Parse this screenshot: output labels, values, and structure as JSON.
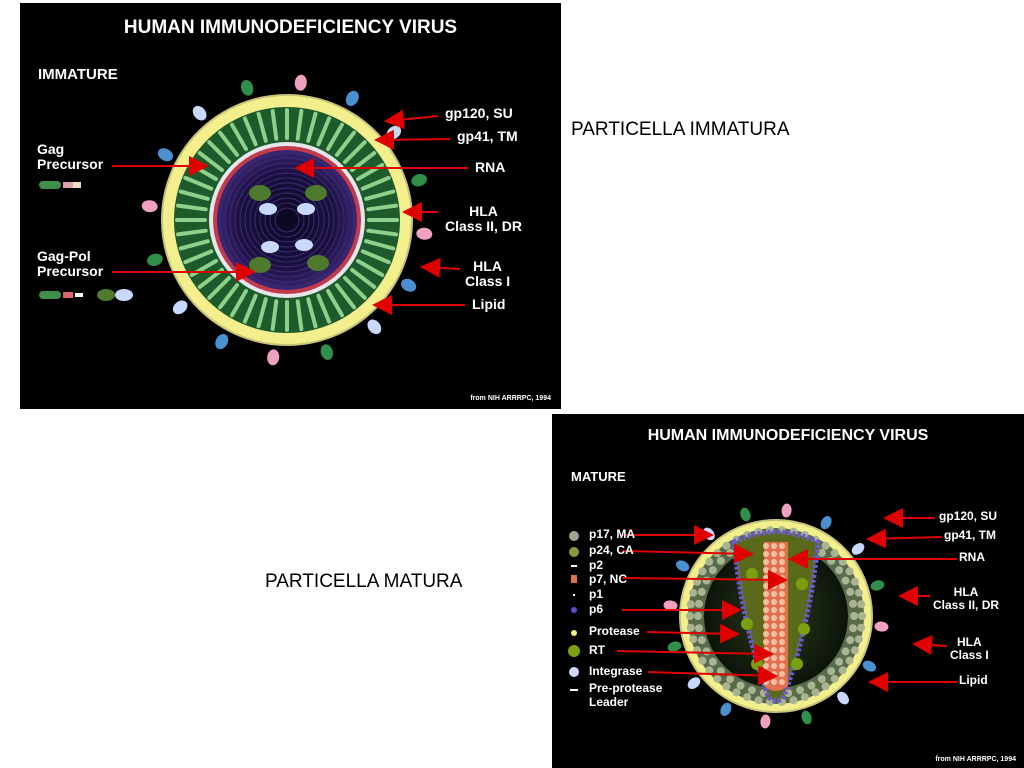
{
  "immature_panel": {
    "title": "HUMAN IMMUNODEFICIENCY VIRUS",
    "stage": "IMMATURE",
    "labels": {
      "gp120": "gp120, SU",
      "gp41": "gp41, TM",
      "rna": "RNA",
      "hla2_a": "HLA",
      "hla2_b": "Class II, DR",
      "hla1_a": "HLA",
      "hla1_b": "Class I",
      "lipid": "Lipid",
      "gag_a": "Gag",
      "gag_b": "Precursor",
      "gagpol_a": "Gag-Pol",
      "gagpol_b": "Precursor"
    },
    "credit": "from NIH ARRRPC, 1994"
  },
  "mature_panel": {
    "title": "HUMAN IMMUNODEFICIENCY VIRUS",
    "stage": "MATURE",
    "labels": {
      "gp120": "gp120, SU",
      "gp41": "gp41, TM",
      "rna": "RNA",
      "hla2_a": "HLA",
      "hla2_b": "Class II, DR",
      "hla1_a": "HLA",
      "hla1_b": "Class I",
      "lipid": "Lipid"
    },
    "legend": [
      "p17, MA",
      "p24, CA",
      "p2",
      "p7, NC",
      "p1",
      "p6",
      "Protease",
      "RT",
      "Integrase",
      "Pre-protease",
      "Leader"
    ],
    "credit": "from NIH ARRRPC, 1994"
  },
  "captions": {
    "immature": "PARTICELLA IMMATURA",
    "mature": "PARTICELLA MATURA"
  },
  "colors": {
    "arrow": "#e00000",
    "membrane": "#f3ef8c",
    "matrix": "#2f7a3a",
    "capsid_mature": "#6a5acd"
  }
}
